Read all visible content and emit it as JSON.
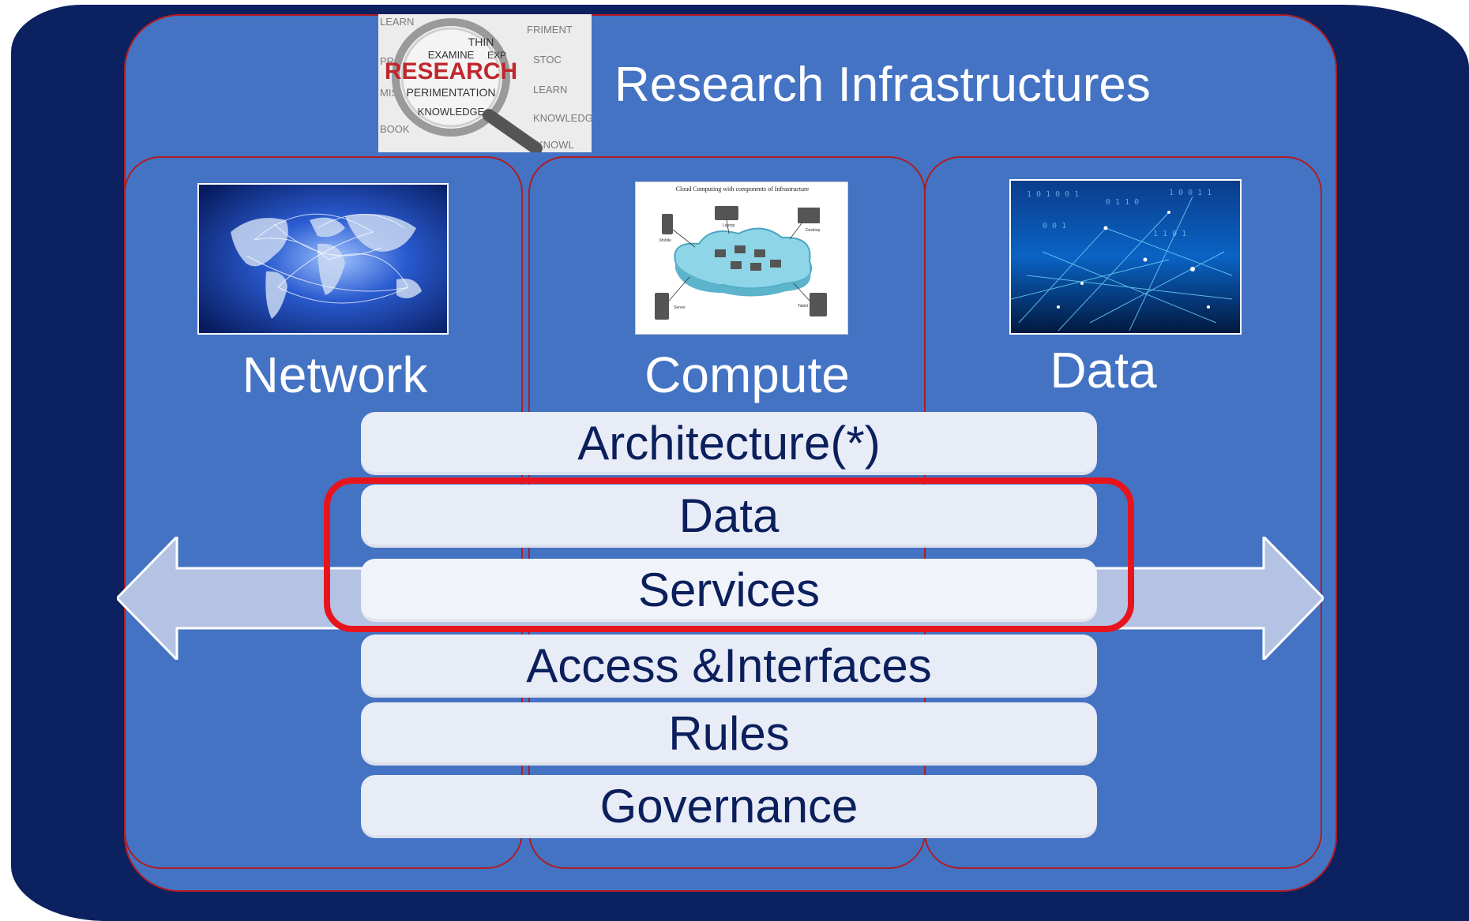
{
  "title": "Research Infrastructures",
  "columns": [
    {
      "label": "Network"
    },
    {
      "label": "Compute"
    },
    {
      "label": "Data"
    }
  ],
  "layers": [
    {
      "label": "Architecture(*)"
    },
    {
      "label": "Data"
    },
    {
      "label": "Services"
    },
    {
      "label": "Access &Interfaces"
    },
    {
      "label": "Rules"
    },
    {
      "label": "Governance"
    }
  ],
  "images": {
    "research_words": [
      "RESEARCH",
      "EXAMINE",
      "PERIMENTATION",
      "KNOWLEDGE",
      "PROBE",
      "THIN",
      "EXP",
      "BOOK",
      "MISS",
      "FRIMENT",
      "LEARN",
      "STOC",
      "KNOWL"
    ],
    "compute_caption": "Cloud Computing with components of Infrastructure",
    "compute_device_labels": [
      "Laptop",
      "Desktop",
      "Mobile",
      "Server",
      "Tablet"
    ]
  },
  "colors": {
    "outer_background": "#0b2160",
    "panel_fill": "#4473c4",
    "panel_border": "#b01c22",
    "highlight_border": "#e8141d",
    "layer_fill": "#e8ecf7",
    "layer_text": "#0b1f5c",
    "arrow_fill": "#b4c3e4"
  }
}
